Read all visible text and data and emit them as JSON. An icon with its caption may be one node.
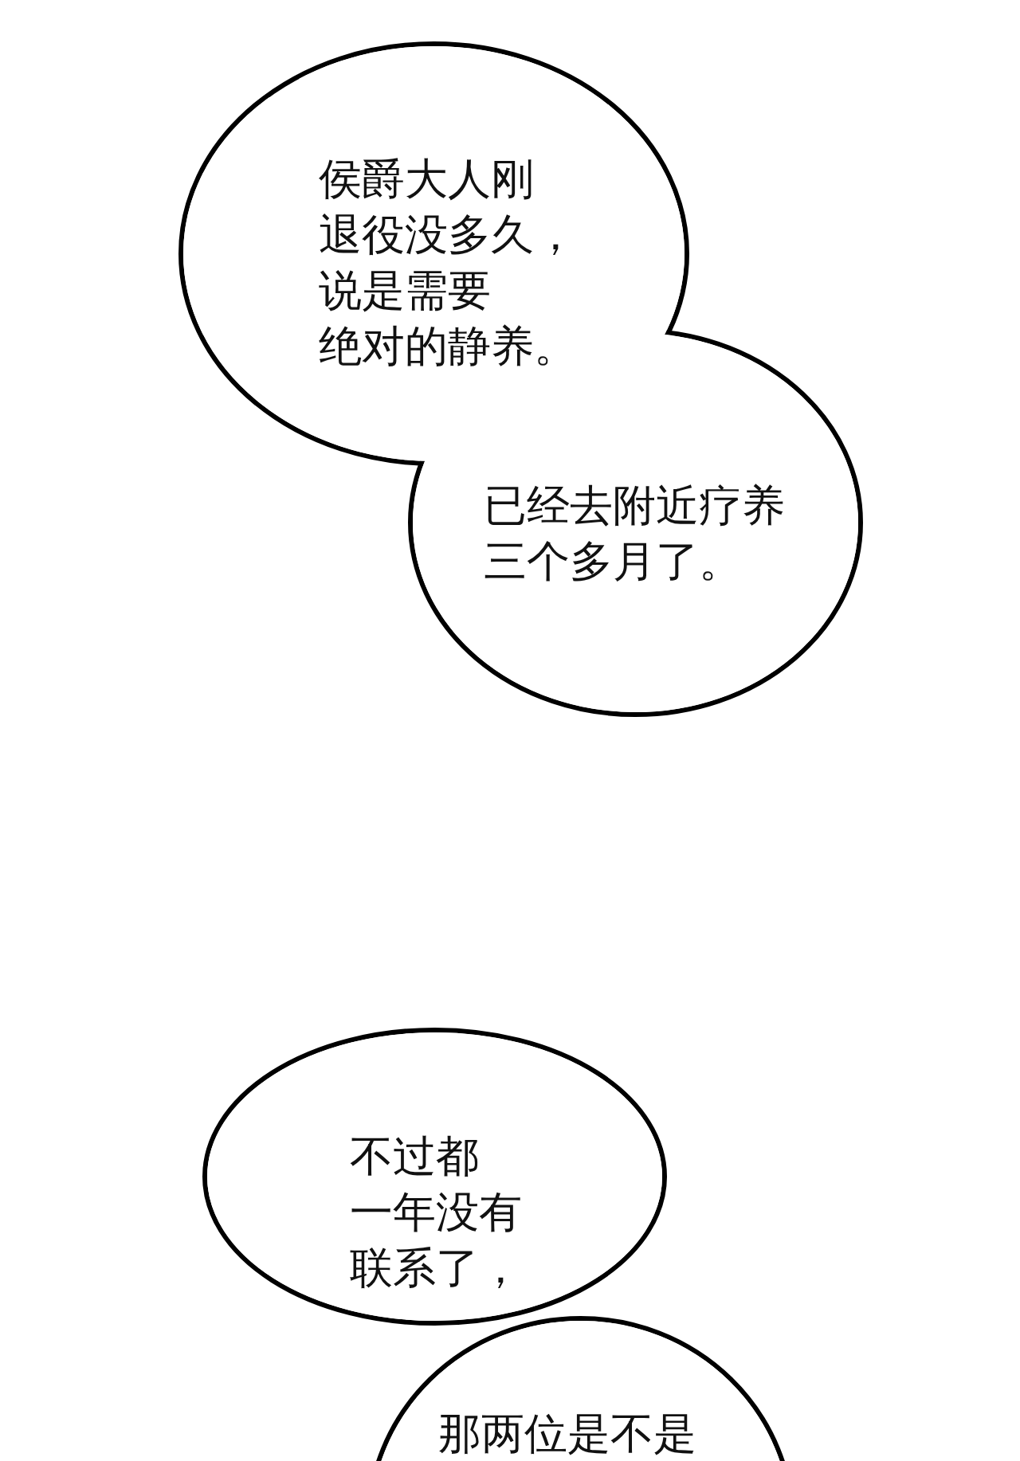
{
  "diagram": {
    "nodes": [
      {
        "text": [
          "侯爵大人刚退役没多久，说是需要绝对的静养。"
        ]
      },
      {
        "text": [
          "已经去附近疗养三个多月了。"
        ]
      },
      {
        "text": [
          "不过都一年没有联系了，"
        ]
      },
      {
        "text": [
          "那两位是不是"
        ]
      }
    ]
  }
}
